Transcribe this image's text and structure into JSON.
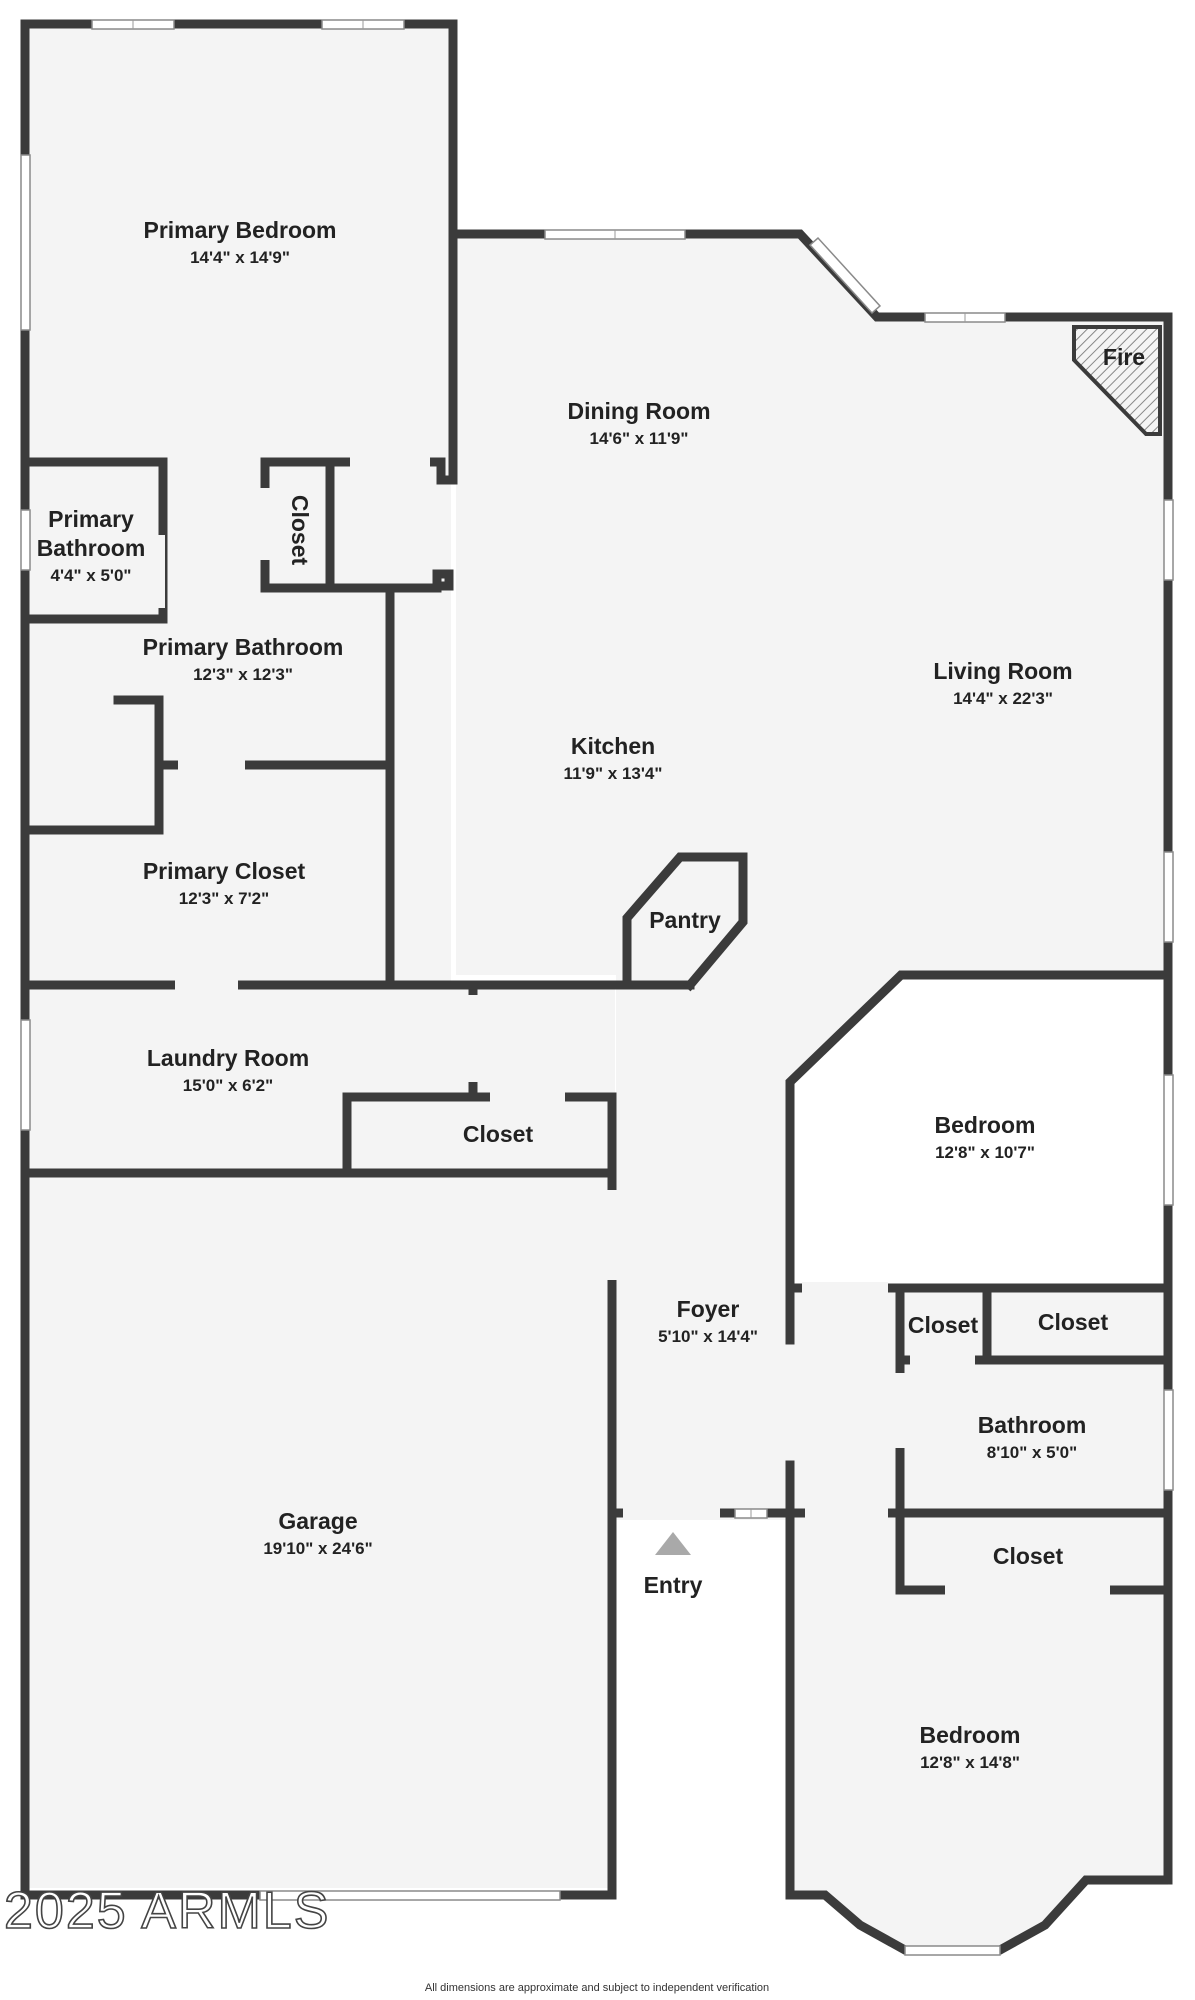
{
  "rooms": {
    "primary_bedroom": {
      "name": "Primary Bedroom",
      "dims": "14'4\" x 14'9\""
    },
    "dining_room": {
      "name": "Dining Room",
      "dims": "14'6\" x 11'9\""
    },
    "fireplace": {
      "name": "Fire"
    },
    "primary_bath_small": {
      "name_line1": "Primary",
      "name_line2": "Bathroom",
      "dims": "4'4\" x 5'0\""
    },
    "closet_vertical": {
      "name": "Closet"
    },
    "primary_bathroom": {
      "name": "Primary Bathroom",
      "dims": "12'3\" x 12'3\""
    },
    "living_room": {
      "name": "Living Room",
      "dims": "14'4\" x 22'3\""
    },
    "kitchen": {
      "name": "Kitchen",
      "dims": "11'9\" x 13'4\""
    },
    "pantry": {
      "name": "Pantry"
    },
    "primary_closet": {
      "name": "Primary Closet",
      "dims": "12'3\" x 7'2\""
    },
    "laundry_room": {
      "name": "Laundry Room",
      "dims": "15'0\" x 6'2\""
    },
    "laundry_closet": {
      "name": "Closet"
    },
    "bedroom_2": {
      "name": "Bedroom",
      "dims": "12'8\" x 10'7\""
    },
    "foyer": {
      "name": "Foyer",
      "dims": "5'10\" x 14'4\""
    },
    "closet_a": {
      "name": "Closet"
    },
    "closet_b": {
      "name": "Closet"
    },
    "bathroom": {
      "name": "Bathroom",
      "dims": "8'10\" x 5'0\""
    },
    "garage": {
      "name": "Garage",
      "dims": "19'10\" x 24'6\""
    },
    "closet_c": {
      "name": "Closet"
    },
    "bedroom_3": {
      "name": "Bedroom",
      "dims": "12'8\" x 14'8\""
    }
  },
  "entry": {
    "label": "Entry"
  },
  "watermark": "2025 ARMLS",
  "disclaimer": "All dimensions are approximate and subject to independent verification",
  "colors": {
    "wall": "#3b3b3b",
    "floor": "#f4f4f4",
    "background": "#ffffff",
    "entry_arrow": "#a9a9a9",
    "fireplace_hatch": "#888888"
  }
}
